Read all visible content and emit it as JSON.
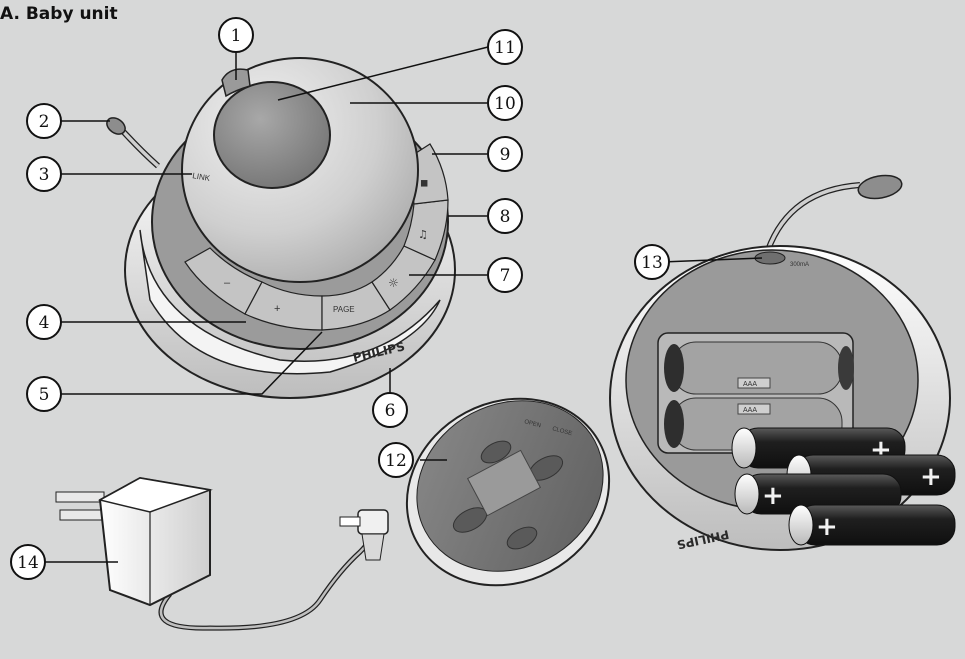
{
  "title": "A. Baby unit",
  "labels": {
    "link": "LINK",
    "minus": "–",
    "plus": "+",
    "page": "PAGE",
    "brand": "PHILIPS",
    "brand_flipped": "PHILIPS",
    "lid_open": "OPEN",
    "lid_close": "CLOSE",
    "battery_current": "300mA",
    "battery_aaa_1": "AAA",
    "battery_aaa_2": "AAA"
  },
  "callouts": [
    "1",
    "2",
    "3",
    "4",
    "5",
    "6",
    "7",
    "8",
    "9",
    "10",
    "11",
    "12",
    "13",
    "14"
  ],
  "icons": {
    "button_9": "music-note-icon",
    "button_8": "speaker-icon",
    "button_7": "light-icon"
  },
  "colors": {
    "background": "#d7d8d8",
    "device_outer": "#f1f1f1",
    "device_ring": "#9c9c9c",
    "dome": "#d6d6d6",
    "speaker": "#8b8b8b",
    "battery_dark": "#2b2b2b"
  }
}
